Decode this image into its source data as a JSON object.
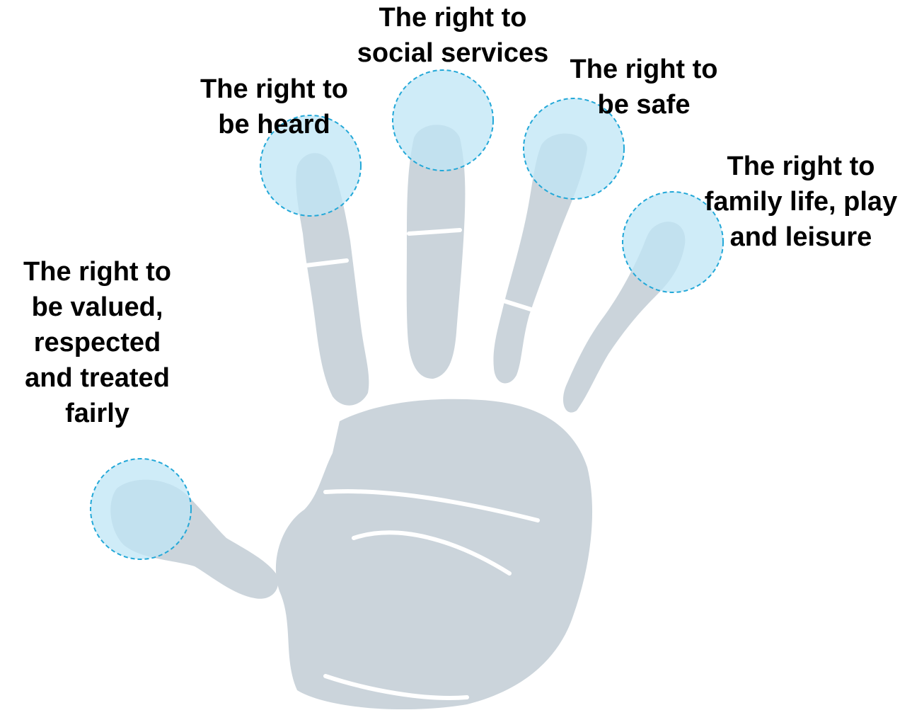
{
  "colors": {
    "hand": "#cbd4db",
    "fingertip_fill": "#bfe6f6",
    "fingertip_outline": "#23a8d8",
    "text": "#000000"
  },
  "labels": {
    "thumb": [
      "The right to",
      "be valued,",
      "respected",
      "and treated",
      "fairly"
    ],
    "index": [
      "The right to",
      "be heard"
    ],
    "middle": [
      "The right to",
      "social services"
    ],
    "ring": [
      "The right to",
      "be safe"
    ],
    "little": [
      "The right to",
      "family life, play",
      "and leisure"
    ]
  }
}
